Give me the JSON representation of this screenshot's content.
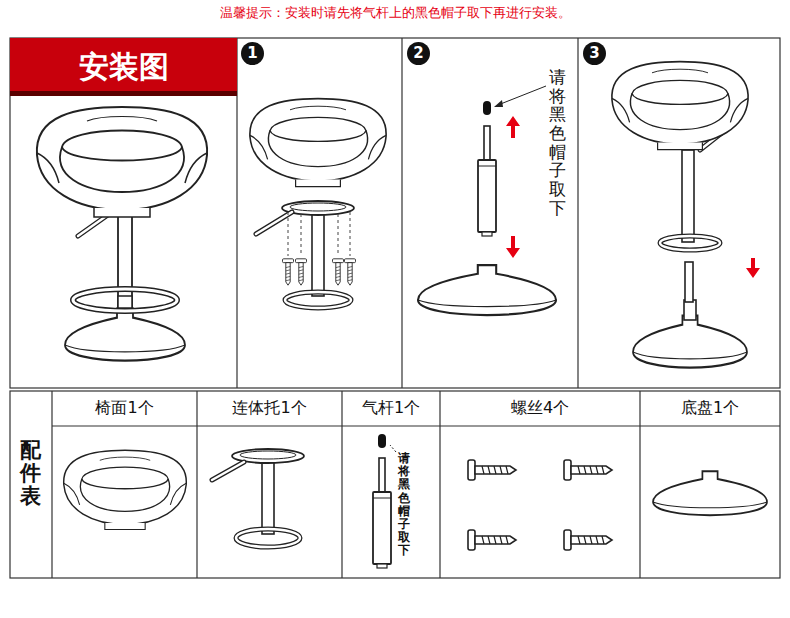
{
  "diagram": {
    "nodes": [
      {
        "text": [
          "安装图"
        ]
      },
      {
        "text": [
          "1"
        ]
      },
      {
        "text": [
          "2"
        ]
      },
      {
        "text": [
          "3"
        ]
      }
    ],
    "labels": [
      "温馨提示：安装时请先将气杆上的黑色帽子取下再进行安装。",
      "请将黑色帽子取下",
      "配件表",
      "椅面1个",
      "连体托1个",
      "气杆1个",
      "螺丝4个",
      "底盘1个",
      "请将黑色帽子取下"
    ]
  }
}
